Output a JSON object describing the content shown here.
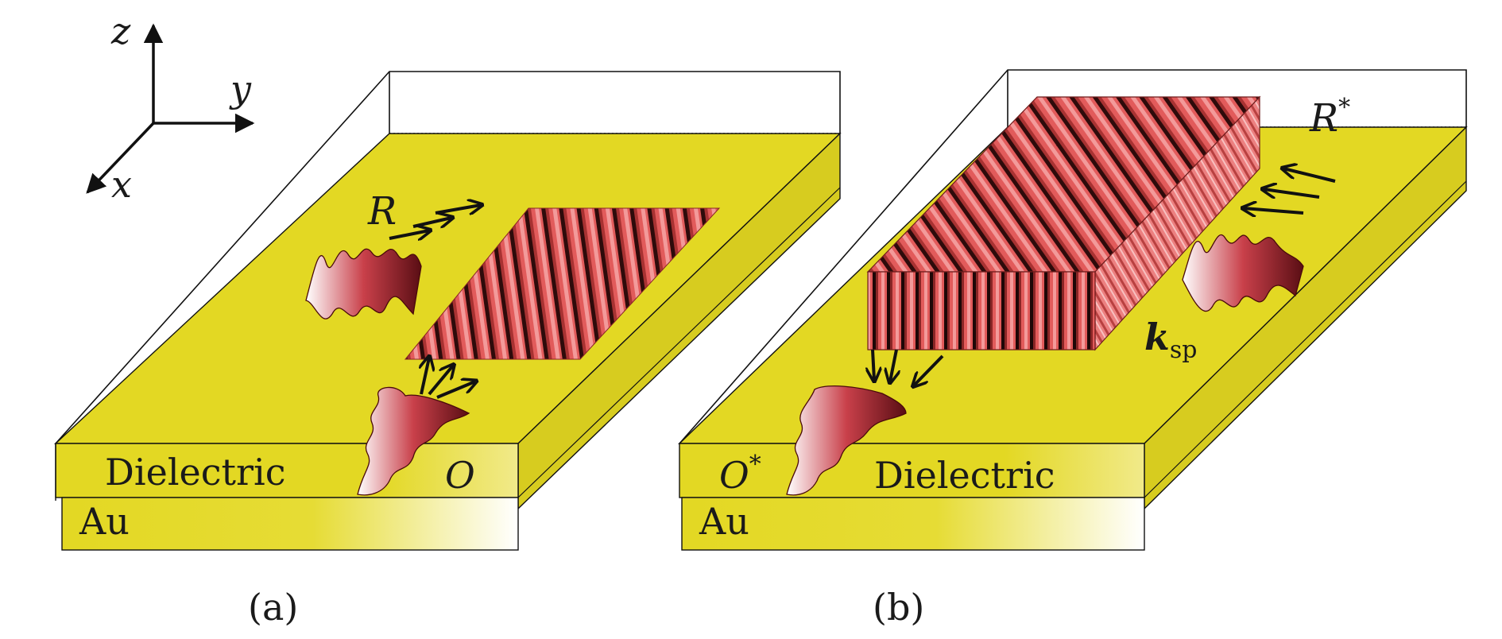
{
  "axes": {
    "z": "z",
    "y": "y",
    "x": "x"
  },
  "panel_a": {
    "caption": "(a)",
    "layer_dielectric": "Dielectric",
    "layer_metal": "Au",
    "label_R": "R",
    "label_O": "O"
  },
  "panel_b": {
    "caption": "(b)",
    "layer_dielectric": "Dielectric",
    "layer_metal": "Au",
    "label_R": "R",
    "label_R_sup": "*",
    "label_O": "O",
    "label_O_sup": "*",
    "label_k": "k",
    "label_k_sub": "sp"
  },
  "colors": {
    "gold": "#e3d823",
    "gold_dark": "#d4c81c",
    "fringe": "#d94848",
    "fringe_dark": "#3a0f0f"
  }
}
